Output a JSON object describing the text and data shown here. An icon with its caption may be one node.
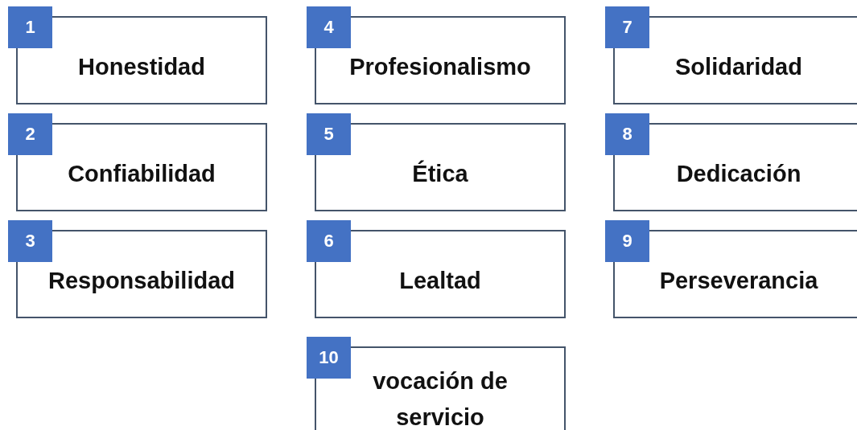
{
  "diagram": {
    "nodes": [
      {
        "text": [
          "1",
          "Honestidad"
        ]
      },
      {
        "text": [
          "2",
          "Confiabilidad"
        ]
      },
      {
        "text": [
          "3",
          "Responsabilidad"
        ]
      },
      {
        "text": [
          "4",
          "Profesionalismo"
        ]
      },
      {
        "text": [
          "5",
          "Ética"
        ]
      },
      {
        "text": [
          "6",
          "Lealtad"
        ]
      },
      {
        "text": [
          "7",
          "Solidaridad"
        ]
      },
      {
        "text": [
          "8",
          "Dedicación"
        ]
      },
      {
        "text": [
          "9",
          "Perseverancia"
        ]
      },
      {
        "text": [
          "10",
          "vocación de servicio"
        ]
      }
    ]
  }
}
